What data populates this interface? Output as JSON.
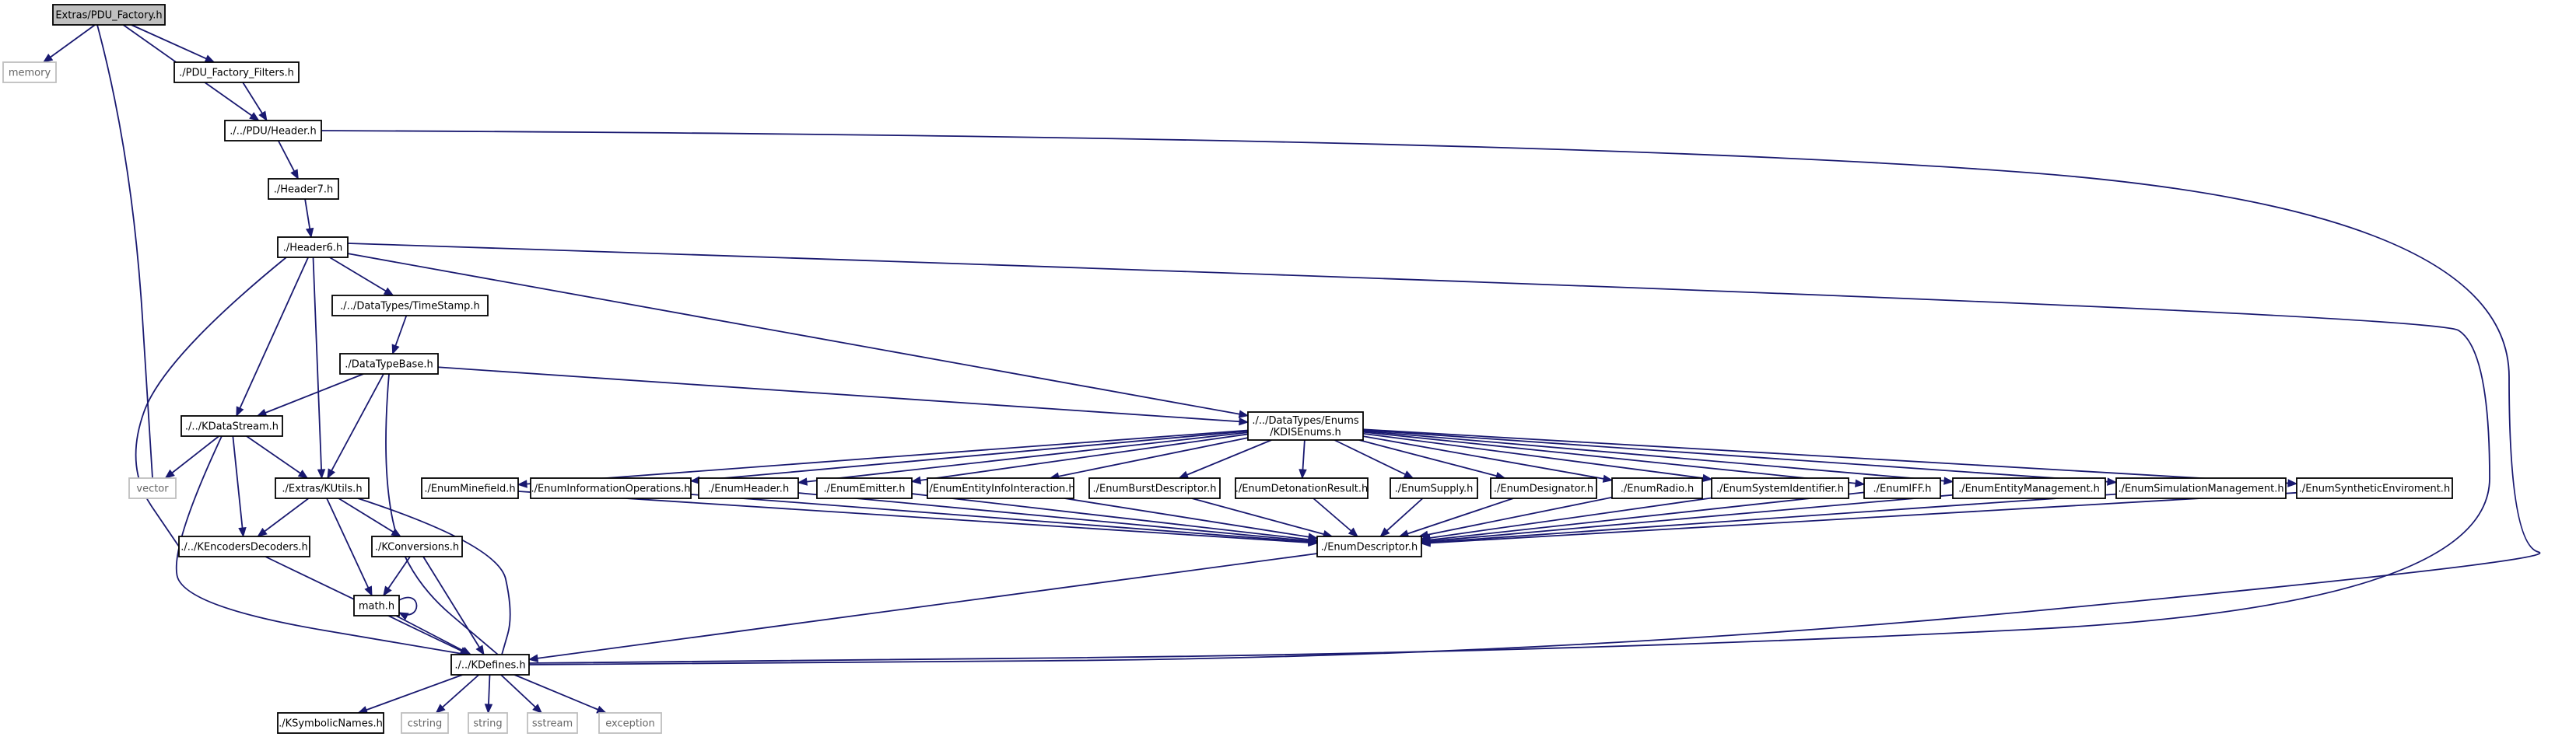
{
  "diagram": {
    "nodes": [
      {
        "id": "root",
        "label": "Extras/PDU_Factory.h",
        "style": "root"
      },
      {
        "id": "memory",
        "label": "memory",
        "style": "ext"
      },
      {
        "id": "filters",
        "label": "./PDU_Factory_Filters.h",
        "style": "std"
      },
      {
        "id": "pduheader",
        "label": "./../PDU/Header.h",
        "style": "std"
      },
      {
        "id": "header7",
        "label": "./Header7.h",
        "style": "std"
      },
      {
        "id": "header6",
        "label": "./Header6.h",
        "style": "std"
      },
      {
        "id": "timestamp",
        "label": "./../DataTypes/TimeStamp.h",
        "style": "std"
      },
      {
        "id": "datatypebase",
        "label": "./DataTypeBase.h",
        "style": "std"
      },
      {
        "id": "kdatastream",
        "label": "./../KDataStream.h",
        "style": "std"
      },
      {
        "id": "kdisenums",
        "label": "./../DataTypes/Enums/KDISEnums.h",
        "lines": [
          "./../DataTypes/Enums",
          "/KDISEnums.h"
        ],
        "style": "std"
      },
      {
        "id": "vector",
        "label": "vector",
        "style": "ext"
      },
      {
        "id": "kutils",
        "label": "./Extras/KUtils.h",
        "style": "std"
      },
      {
        "id": "enc",
        "label": "./../KEncodersDecoders.h",
        "style": "std"
      },
      {
        "id": "kconv",
        "label": "./KConversions.h",
        "style": "std"
      },
      {
        "id": "math",
        "label": "math.h",
        "style": "std"
      },
      {
        "id": "kdefines",
        "label": "./../KDefines.h",
        "style": "std"
      },
      {
        "id": "ksym",
        "label": "./KSymbolicNames.h",
        "style": "std"
      },
      {
        "id": "cstring",
        "label": "cstring",
        "style": "ext"
      },
      {
        "id": "string",
        "label": "string",
        "style": "ext"
      },
      {
        "id": "sstream",
        "label": "sstream",
        "style": "ext"
      },
      {
        "id": "exception",
        "label": "exception",
        "style": "ext"
      },
      {
        "id": "enumdesc",
        "label": "./EnumDescriptor.h",
        "style": "std"
      },
      {
        "id": "e_minefield",
        "label": "./EnumMinefield.h",
        "style": "std"
      },
      {
        "id": "e_infoops",
        "label": "./EnumInformationOperations.h",
        "style": "std"
      },
      {
        "id": "e_header",
        "label": "./EnumHeader.h",
        "style": "std"
      },
      {
        "id": "e_emitter",
        "label": "./EnumEmitter.h",
        "style": "std"
      },
      {
        "id": "e_entityinfo",
        "label": "./EnumEntityInfoInteraction.h",
        "style": "std"
      },
      {
        "id": "e_burst",
        "label": "./EnumBurstDescriptor.h",
        "style": "std"
      },
      {
        "id": "e_deton",
        "label": "./EnumDetonationResult.h",
        "style": "std"
      },
      {
        "id": "e_supply",
        "label": "./EnumSupply.h",
        "style": "std"
      },
      {
        "id": "e_designator",
        "label": "./EnumDesignator.h",
        "style": "std"
      },
      {
        "id": "e_radio",
        "label": "./EnumRadio.h",
        "style": "std"
      },
      {
        "id": "e_sysid",
        "label": "./EnumSystemIdentifier.h",
        "style": "std"
      },
      {
        "id": "e_iff",
        "label": "./EnumIFF.h",
        "style": "std"
      },
      {
        "id": "e_entmgmt",
        "label": "./EnumEntityManagement.h",
        "style": "std"
      },
      {
        "id": "e_simmgmt",
        "label": "./EnumSimulationManagement.h",
        "style": "std"
      },
      {
        "id": "e_synth",
        "label": "./EnumSyntheticEnviroment.h",
        "style": "std"
      }
    ],
    "edges": [
      [
        "root",
        "memory"
      ],
      [
        "root",
        "filters"
      ],
      [
        "root",
        "pduheader"
      ],
      [
        "root",
        "vector"
      ],
      [
        "filters",
        "pduheader"
      ],
      [
        "pduheader",
        "header7"
      ],
      [
        "pduheader",
        "kdefines"
      ],
      [
        "header7",
        "header6"
      ],
      [
        "header6",
        "timestamp"
      ],
      [
        "header6",
        "kdisenums"
      ],
      [
        "header6",
        "kdatastream"
      ],
      [
        "header6",
        "kutils"
      ],
      [
        "header6",
        "enc"
      ],
      [
        "header6",
        "kdefines"
      ],
      [
        "timestamp",
        "datatypebase"
      ],
      [
        "datatypebase",
        "kdatastream"
      ],
      [
        "datatypebase",
        "kutils"
      ],
      [
        "datatypebase",
        "kdefines"
      ],
      [
        "datatypebase",
        "kdisenums"
      ],
      [
        "kdatastream",
        "vector"
      ],
      [
        "kdatastream",
        "kutils"
      ],
      [
        "kdatastream",
        "enc"
      ],
      [
        "kdatastream",
        "kdefines"
      ],
      [
        "kutils",
        "enc"
      ],
      [
        "kutils",
        "kconv"
      ],
      [
        "kutils",
        "math"
      ],
      [
        "kutils",
        "kdefines"
      ],
      [
        "enc",
        "kdefines"
      ],
      [
        "kconv",
        "math"
      ],
      [
        "kconv",
        "kdefines"
      ],
      [
        "math",
        "math"
      ],
      [
        "math",
        "kdefines"
      ],
      [
        "kdefines",
        "ksym"
      ],
      [
        "kdefines",
        "cstring"
      ],
      [
        "kdefines",
        "string"
      ],
      [
        "kdefines",
        "sstream"
      ],
      [
        "kdefines",
        "exception"
      ],
      [
        "kdisenums",
        "e_minefield"
      ],
      [
        "kdisenums",
        "e_infoops"
      ],
      [
        "kdisenums",
        "e_header"
      ],
      [
        "kdisenums",
        "e_emitter"
      ],
      [
        "kdisenums",
        "e_entityinfo"
      ],
      [
        "kdisenums",
        "e_burst"
      ],
      [
        "kdisenums",
        "e_deton"
      ],
      [
        "kdisenums",
        "e_supply"
      ],
      [
        "kdisenums",
        "e_designator"
      ],
      [
        "kdisenums",
        "e_radio"
      ],
      [
        "kdisenums",
        "e_sysid"
      ],
      [
        "kdisenums",
        "e_iff"
      ],
      [
        "kdisenums",
        "e_entmgmt"
      ],
      [
        "kdisenums",
        "e_simmgmt"
      ],
      [
        "kdisenums",
        "e_synth"
      ],
      [
        "e_minefield",
        "enumdesc"
      ],
      [
        "e_infoops",
        "enumdesc"
      ],
      [
        "e_header",
        "enumdesc"
      ],
      [
        "e_emitter",
        "enumdesc"
      ],
      [
        "e_entityinfo",
        "enumdesc"
      ],
      [
        "e_burst",
        "enumdesc"
      ],
      [
        "e_deton",
        "enumdesc"
      ],
      [
        "e_supply",
        "enumdesc"
      ],
      [
        "e_designator",
        "enumdesc"
      ],
      [
        "e_radio",
        "enumdesc"
      ],
      [
        "e_sysid",
        "enumdesc"
      ],
      [
        "e_iff",
        "enumdesc"
      ],
      [
        "e_entmgmt",
        "enumdesc"
      ],
      [
        "e_simmgmt",
        "enumdesc"
      ],
      [
        "e_synth",
        "enumdesc"
      ],
      [
        "enumdesc",
        "kdefines"
      ]
    ]
  }
}
